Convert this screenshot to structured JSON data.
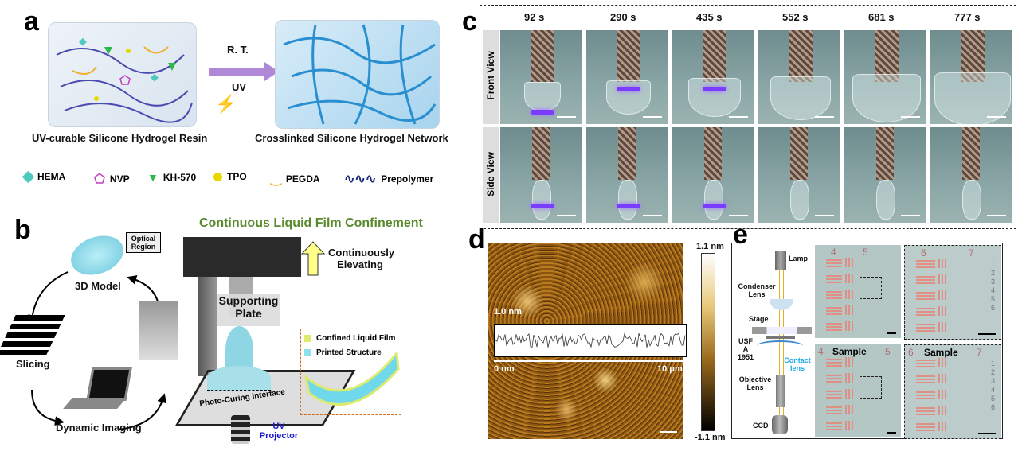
{
  "panel_labels": {
    "a": "a",
    "b": "b",
    "c": "c",
    "d": "d",
    "e": "e"
  },
  "a": {
    "arrow_top": "R. T.",
    "arrow_bottom": "UV",
    "left_caption": "UV-curable Silicone Hydrogel Resin",
    "right_caption": "Crosslinked Silicone Hydrogel Network",
    "legend": [
      {
        "label": "HEMA",
        "color": "#4ec9c0"
      },
      {
        "label": "NVP",
        "color": "#c040c0"
      },
      {
        "label": "KH-570",
        "color": "#2db84a"
      },
      {
        "label": "TPO",
        "color": "#e8d800"
      },
      {
        "label": "PEGDA",
        "color": "#f0b030"
      },
      {
        "label": "Prepolymer",
        "color": "#1a2a7a"
      }
    ]
  },
  "b": {
    "title": "Continuous Liquid Film Confinement",
    "optical_region": "Optical Region",
    "model": "3D Model",
    "slicing": "Slicing",
    "dynamic_imaging": "Dynamic Imaging",
    "elevating": "Continuously Elevating",
    "supporting_plate": "Supporting Plate",
    "interface": "Photo-Curing Interface",
    "uv_projector": "UV Projector",
    "legend_film": "Confined Liquid Film",
    "legend_structure": "Printed Structure",
    "title_color": "#5a8a2e"
  },
  "c": {
    "times": [
      "92 s",
      "290 s",
      "435 s",
      "552 s",
      "681 s",
      "777 s"
    ],
    "rows": [
      "Front View",
      "Side View"
    ]
  },
  "d": {
    "colorbar_max": "1.1 nm",
    "colorbar_min": "-1.1 nm",
    "profile_scale": "1.0 nm",
    "x_start": "0 nm",
    "x_end": "10 μm"
  },
  "e": {
    "lamp": "Lamp",
    "condenser": "Condenser Lens",
    "stage": "Stage",
    "usaf": "USF A 1951",
    "contact_lens": "Contact lens",
    "objective": "Objective Lens",
    "ccd": "CCD",
    "sample": "Sample",
    "group_nums_left": [
      "4",
      "5"
    ],
    "group_nums_right": [
      "6",
      "7"
    ],
    "elements": [
      "1",
      "2",
      "3",
      "4",
      "5",
      "6"
    ]
  }
}
